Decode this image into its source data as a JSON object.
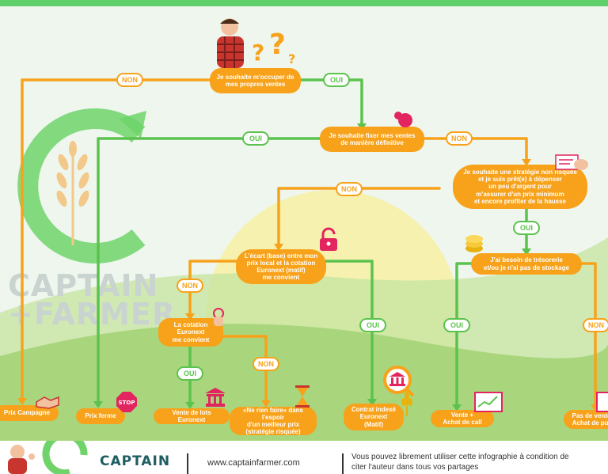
{
  "colors": {
    "oui": "#5cc24e",
    "non": "#f7a21a",
    "node": "#f7a21a",
    "sun": "#f8ef9a"
  },
  "watermark": "CAPTAIN\n+FARMER",
  "nodes": {
    "q1": "Je souhaite m'occuper de\nmes propres ventes",
    "q2": "Je souhaite fixer mes ventes\nde manière définitive",
    "q3": "Je souhaite une stratégie non risquée\net je suis prêt(e) à dépenser\nun peu d'argent pour\nm'assurer d'un prix minimum\net encore profiter de la hausse",
    "q4": "L'écart (base) entre mon\nprix local et la cotation\nEuronext (matif)\nme convient",
    "q5": "J'ai besoin de trésorerie\net/ou je n'ai pas de stockage",
    "q6": "La cotation\nEuronext\nme convient",
    "r_prix_campagne": "Prix Campagne",
    "r_prix_ferme": "Prix ferme",
    "r_vente_lots": "Vente de lots Euronext",
    "r_ne_rien_faire": "«Ne rien faire» dans l'espoir\nd'un meilleur prix\n(stratégie risquée)",
    "r_contrat_indexe": "Contrat indexé\nEuronext\n(Matif)",
    "r_vente_call": "Vente +\nAchat de call",
    "r_pas_vente": "Pas de vente\nAchat de put"
  },
  "labels": {
    "oui": "OUI",
    "non": "NON"
  },
  "footer": {
    "brand": "CAPTAIN",
    "url": "www.captainfarmer.com",
    "credit": "Vous pouvez librement utiliser cette infographie à condition de\nciter l'auteur dans tous vos partages"
  }
}
